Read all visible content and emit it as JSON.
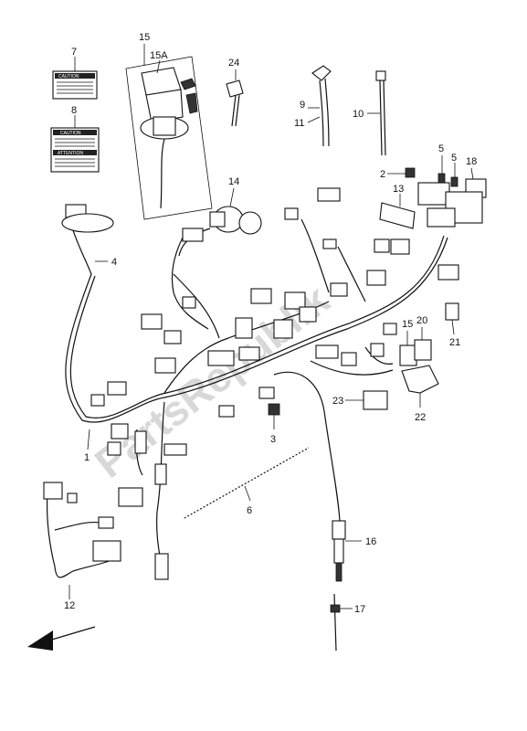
{
  "callouts": {
    "c1": "1",
    "c2": "2",
    "c3": "3",
    "c4": "4",
    "c5a": "5",
    "c5b": "5",
    "c6": "6",
    "c7": "7",
    "c8": "8",
    "c9": "9",
    "c10": "10",
    "c11": "11",
    "c12": "12",
    "c13": "13",
    "c14": "14",
    "c15": "15",
    "c15a": "15A",
    "c15b": "15",
    "c16": "16",
    "c17": "17",
    "c18": "18",
    "c20": "20",
    "c21": "21",
    "c22": "22",
    "c23": "23",
    "c24": "24"
  },
  "labels": {
    "caution": "CAUTION",
    "caution2": "CAUTION",
    "attention": "ATTENTION"
  },
  "watermark": "PartsRepublik",
  "icons": {
    "direction_arrow": "front-direction-arrow-icon"
  }
}
